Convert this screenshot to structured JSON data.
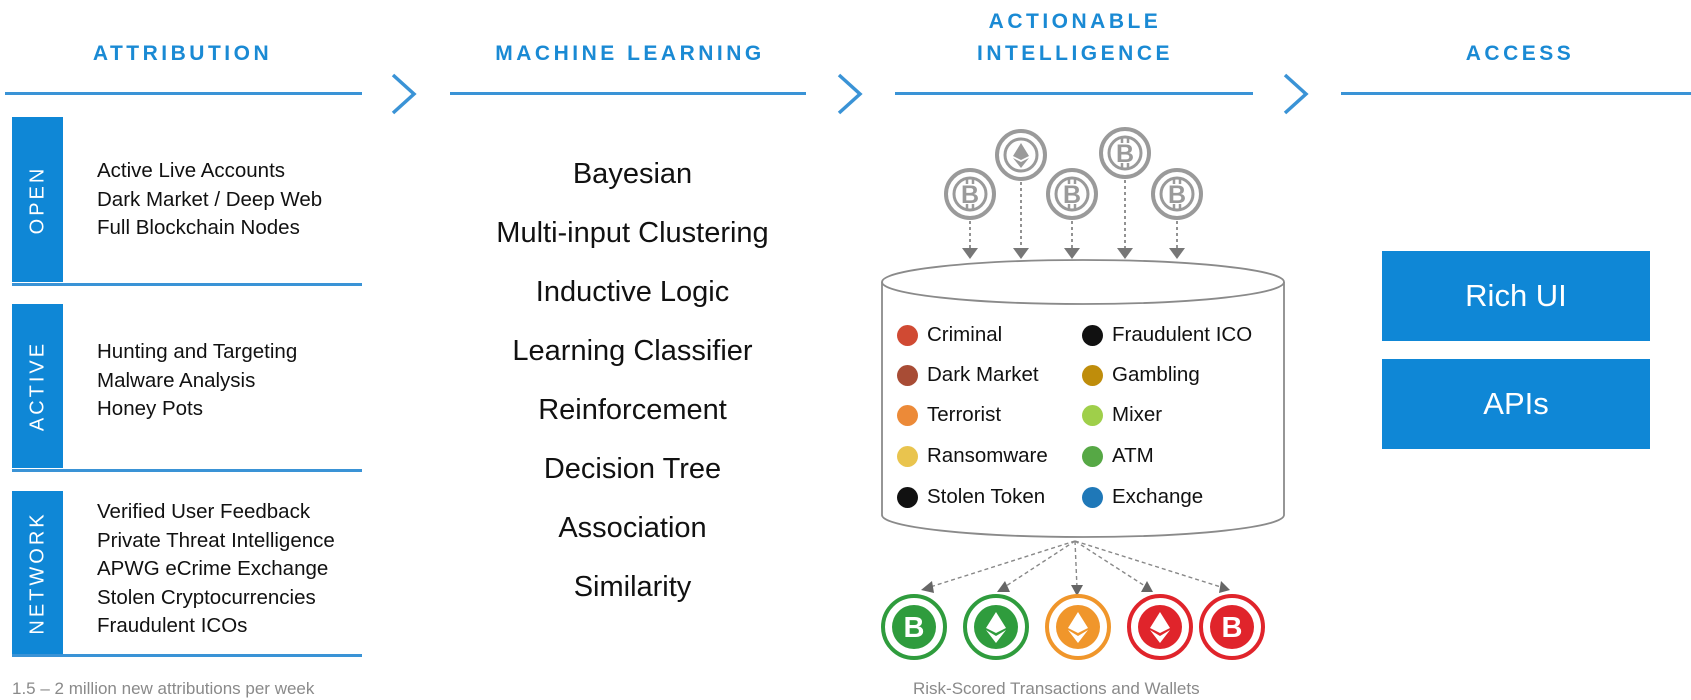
{
  "headers": {
    "attribution": "ATTRIBUTION",
    "machine_learning": "MACHINE LEARNING",
    "actionable_1": "ACTIONABLE",
    "actionable_2": "INTELLIGENCE",
    "access": "ACCESS"
  },
  "attribution": {
    "open": {
      "label": "OPEN",
      "items": [
        "Active Live Accounts",
        "Dark Market / Deep Web",
        "Full Blockchain Nodes"
      ]
    },
    "active": {
      "label": "ACTIVE",
      "items": [
        "Hunting and Targeting",
        "Malware Analysis",
        "Honey Pots"
      ]
    },
    "network": {
      "label": "NETWORK",
      "items": [
        "Verified User Feedback",
        "Private Threat Intelligence",
        "APWG eCrime Exchange",
        "Stolen Cryptocurrencies",
        "Fraudulent ICOs"
      ]
    },
    "footnote": "1.5 – 2 million  new attributions per week"
  },
  "machine_learning": {
    "methods": [
      "Bayesian",
      "Multi-input Clustering",
      "Inductive Logic",
      "Learning Classifier",
      "Reinforcement",
      "Decision Tree",
      "Association",
      "Similarity"
    ]
  },
  "intelligence": {
    "input_icons": [
      "bitcoin-icon",
      "ethereum-icon",
      "bitcoin-icon",
      "bitcoin-icon",
      "bitcoin-icon"
    ],
    "legend": [
      {
        "label": "Criminal",
        "color": "#d04a33"
      },
      {
        "label": "Fraudulent ICO",
        "color": "#111111"
      },
      {
        "label": "Dark Market",
        "color": "#a84c35"
      },
      {
        "label": "Gambling",
        "color": "#bf8d0b"
      },
      {
        "label": "Terrorist",
        "color": "#ec8a38"
      },
      {
        "label": "Mixer",
        "color": "#9fcf4a"
      },
      {
        "label": "Ransomware",
        "color": "#e9c44e"
      },
      {
        "label": "ATM",
        "color": "#56a845"
      },
      {
        "label": "Stolen Token",
        "color": "#111111"
      },
      {
        "label": "Exchange",
        "color": "#1f78b8"
      }
    ],
    "output_icons": [
      {
        "icon": "bitcoin-icon",
        "color": "#2f9c3d"
      },
      {
        "icon": "ethereum-icon",
        "color": "#2f9c3d"
      },
      {
        "icon": "ethereum-icon",
        "color": "#f0962b"
      },
      {
        "icon": "ethereum-icon",
        "color": "#e0242b"
      },
      {
        "icon": "bitcoin-icon",
        "color": "#e0242b"
      }
    ],
    "caption": "Risk-Scored Transactions and Wallets"
  },
  "access": {
    "buttons": [
      "Rich UI",
      "APIs"
    ]
  },
  "colors": {
    "accent": "#0f87d6",
    "line": "#3a93d6",
    "icon_gray": "#999999"
  }
}
